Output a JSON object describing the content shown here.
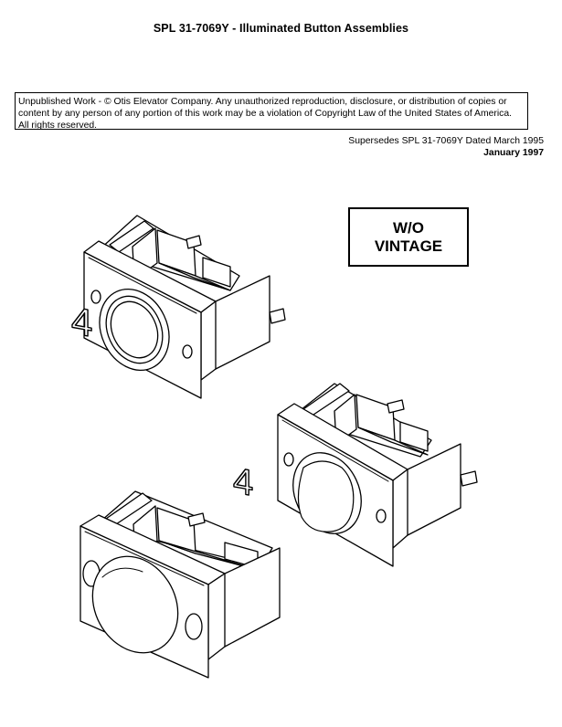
{
  "document": {
    "title": "SPL 31-7069Y  -  Illuminated Button Assemblies",
    "notice": "Unpublished Work - © Otis Elevator Company.  Any unauthorized reproduction, disclosure, or distribution of copies or content by any person of any portion of this work may be a violation of Copyright Law of the United States of America.  All rights reserved.",
    "supersedes": "Supersedes SPL 31-7069Y Dated March 1995",
    "date": "January 1997"
  },
  "label_box": {
    "line1": "W/O",
    "line2": "VINTAGE"
  },
  "illustrations": [
    {
      "name": "button-assembly-round-4",
      "face_numeral": "4"
    },
    {
      "name": "button-assembly-square-4",
      "face_numeral": "4"
    },
    {
      "name": "button-assembly-blank",
      "face_numeral": ""
    }
  ]
}
